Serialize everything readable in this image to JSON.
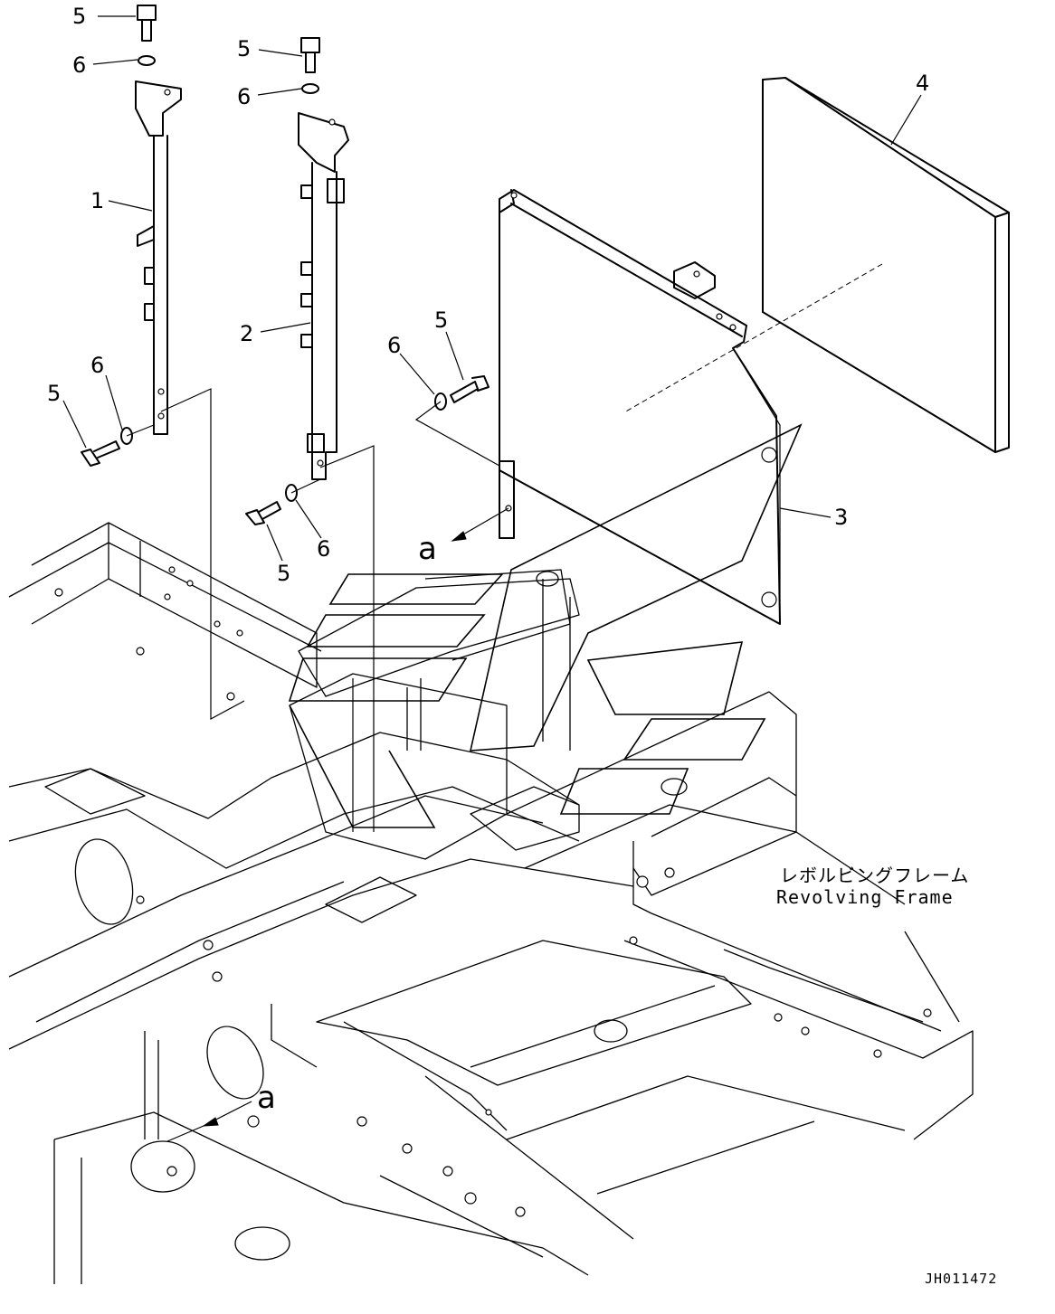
{
  "callouts": {
    "c1": "1",
    "c2": "2",
    "c3": "3",
    "c4": "4",
    "c5a": "5",
    "c5b": "5",
    "c5c": "5",
    "c5d": "5",
    "c5e": "5",
    "c6a": "6",
    "c6b": "6",
    "c6c": "6",
    "c6d": "6",
    "c6e": "6"
  },
  "view_marks": {
    "upper": "a",
    "lower": "a"
  },
  "caption": {
    "japanese": "レボルビングフレーム",
    "english": "Revolving Frame"
  },
  "document_id": "JH011472"
}
